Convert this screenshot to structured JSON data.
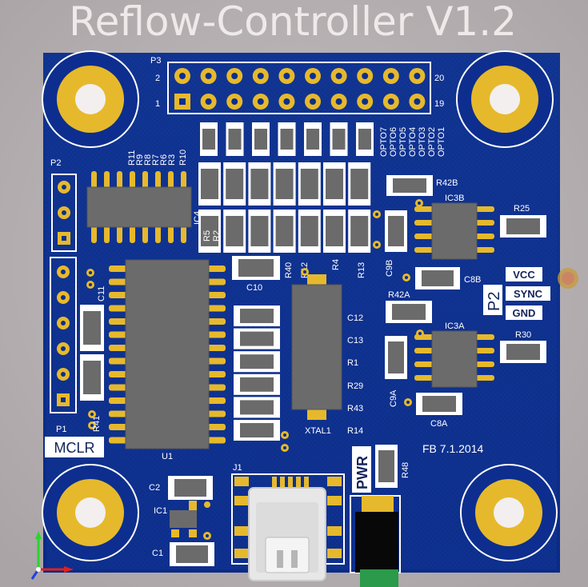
{
  "title": "Reflow-Controller V1.2",
  "date": "FB 7.1.2014",
  "colors": {
    "background": "#b9b4b5",
    "board": "#0d2e8e",
    "copper_gold": "#e6b92c",
    "silk": "#ffffff",
    "chip_body": "#6b6b6b"
  },
  "connectors": {
    "p3": "P3",
    "p3_pin_labels": [
      "2",
      "20",
      "1",
      "19"
    ],
    "opto_labels": [
      "OPTO7",
      "OPTO6",
      "OPTO5",
      "OPTO4",
      "OPTO3",
      "OPTO2",
      "OPTO1"
    ],
    "p2_left": "P2",
    "p1": "P1",
    "j1": "J1",
    "p2_right": "P2",
    "p2_pins": [
      "VCC",
      "SYNC",
      "GND"
    ],
    "mclr": "MCLR",
    "pwr": "PWR"
  },
  "designators": {
    "resistor_bank": [
      "R11",
      "R9",
      "R8",
      "R7",
      "R6",
      "R3",
      "R10"
    ],
    "ic4": "IC4",
    "r5": "R5",
    "r2": "R2",
    "r42b": "R42B",
    "ic3b": "IC3B",
    "r25": "R25",
    "c9b": "C9B",
    "c10": "C10",
    "r40": "R40",
    "r12": "R12",
    "r4": "R4",
    "r13": "R13",
    "c8b": "C8B",
    "c11": "C11",
    "r42a": "R42A",
    "ic3a": "IC3A",
    "r30": "R30",
    "c12": "C12",
    "c13": "C13",
    "r1": "R1",
    "r29": "R29",
    "r43": "R43",
    "r14": "R14",
    "xtal1": "XTAL1",
    "c9a": "C9A",
    "c8a": "C8A",
    "r41": "R41",
    "u1": "U1",
    "c2": "C2",
    "ic1": "IC1",
    "c1": "C1",
    "r48": "R48"
  }
}
